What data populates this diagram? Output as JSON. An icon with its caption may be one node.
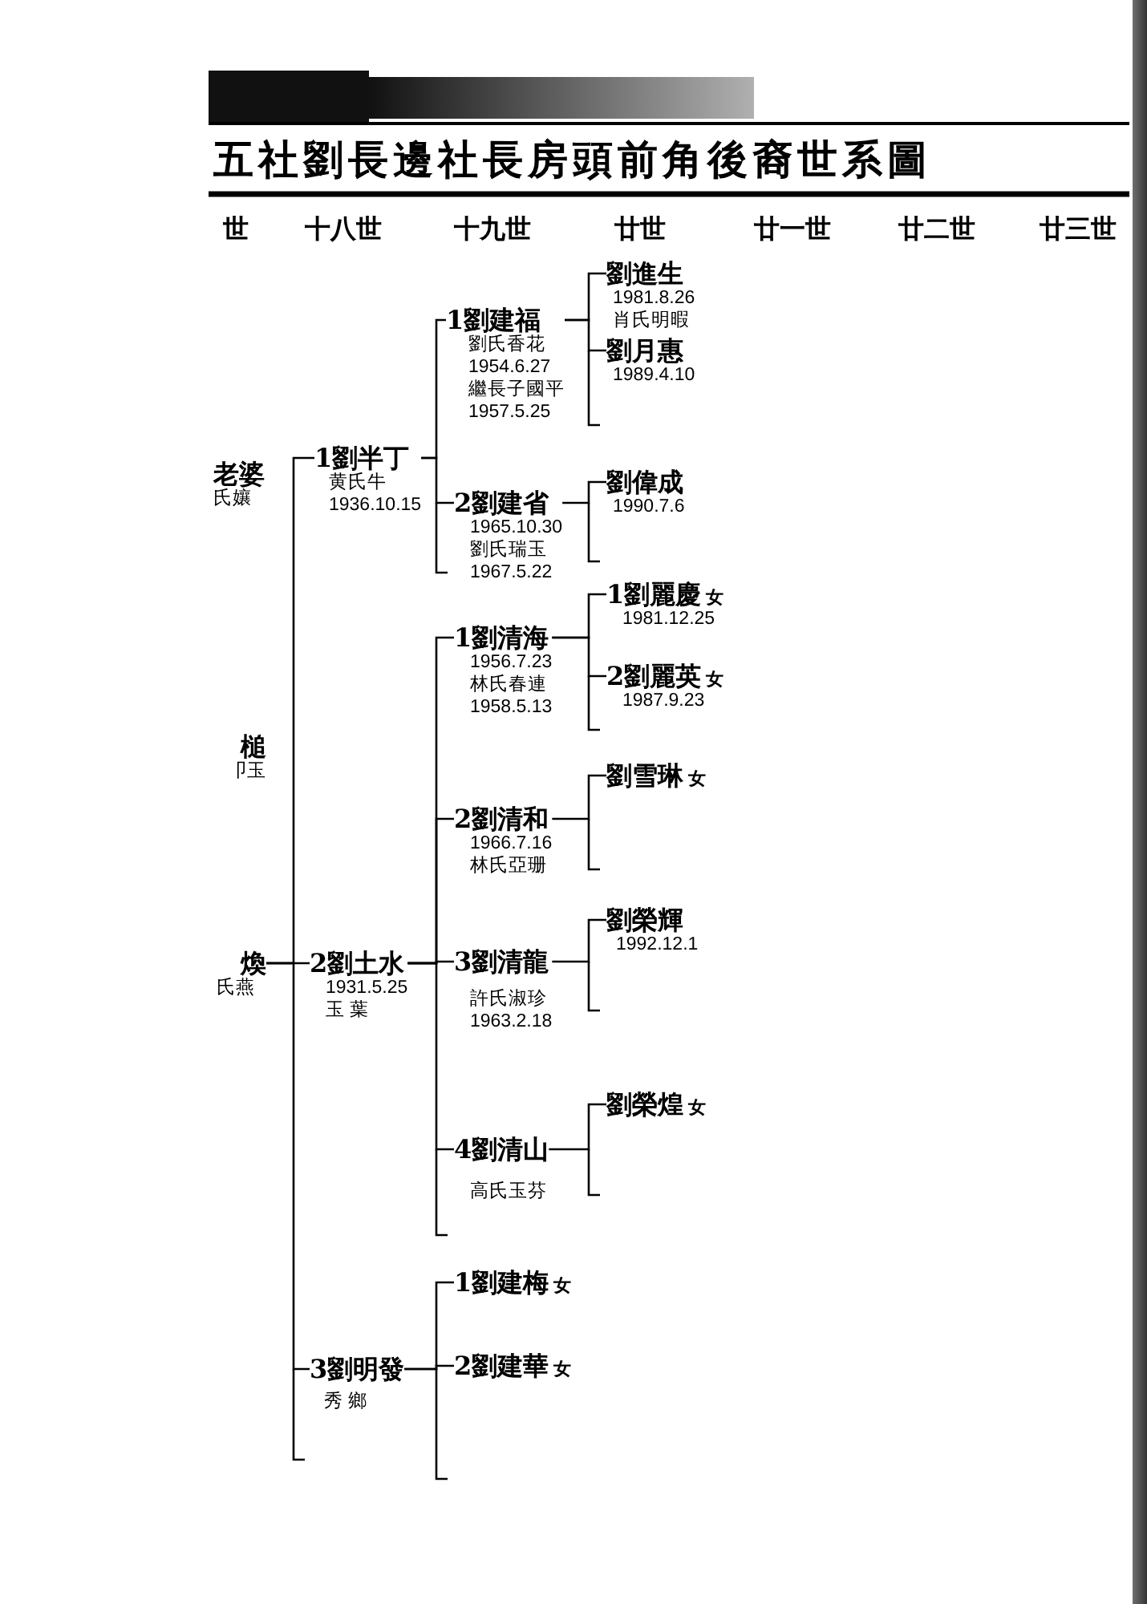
{
  "diagram": {
    "title": "五社劉長邊社長房頭前角後裔世系圖",
    "nodes": [
      {
        "text": [
          "老婆",
          "氏孃"
        ]
      },
      {
        "text": [
          "槌",
          "卩玉"
        ]
      },
      {
        "text": [
          "煥",
          "氏燕"
        ]
      },
      {
        "text": [
          "1劉半丁",
          "黄氏牛",
          "1936.10.15"
        ]
      },
      {
        "text": [
          "1劉建福",
          "劉氏香花",
          "1954.6.27",
          "繼長子國平",
          "1957.5.25"
        ]
      },
      {
        "text": [
          "劉進生",
          "1981.8.26",
          "肖氏明暇"
        ]
      },
      {
        "text": [
          "劉月惠",
          "1989.4.10"
        ]
      },
      {
        "text": [
          "2劉建省",
          "1965.10.30",
          "劉氏瑞玉",
          "1967.5.22"
        ]
      },
      {
        "text": [
          "劉偉成",
          "1990.7.6"
        ]
      },
      {
        "text": [
          "2劉土水",
          "1931.5.25",
          "玉 葉"
        ]
      },
      {
        "text": [
          "1劉清海",
          "1956.7.23",
          "林氏春連",
          "1958.5.13"
        ]
      },
      {
        "text": [
          "1劉麗慶",
          "1981.12.25"
        ],
        "beside": [
          "女"
        ]
      },
      {
        "text": [
          "2劉麗英",
          "1987.9.23"
        ],
        "beside": [
          "女"
        ]
      },
      {
        "text": [
          "2劉清和",
          "1966.7.16",
          "林氏亞珊"
        ]
      },
      {
        "text": [
          "劉雪琳"
        ],
        "beside": [
          "女"
        ]
      },
      {
        "text": [
          "3劉清龍",
          "許氏淑珍",
          "1963.2.18"
        ]
      },
      {
        "text": [
          "劉榮輝",
          "1992.12.1"
        ]
      },
      {
        "text": [
          "4劉清山",
          "高氏玉芬"
        ]
      },
      {
        "text": [
          "劉榮煌"
        ],
        "beside": [
          "女"
        ]
      },
      {
        "text": [
          "3劉明發",
          "秀 鄉"
        ]
      },
      {
        "text": [
          "1劉建梅"
        ],
        "beside": [
          "女"
        ]
      },
      {
        "text": [
          "2劉建華"
        ],
        "beside": [
          "女"
        ]
      }
    ],
    "edges": [
      {
        "from": 2,
        "to": 3,
        "arrow": "none"
      },
      {
        "from": 2,
        "to": 9,
        "arrow": "none"
      },
      {
        "from": 2,
        "to": 19,
        "arrow": "none"
      },
      {
        "from": 3,
        "to": 4,
        "arrow": "none"
      },
      {
        "from": 3,
        "to": 7,
        "arrow": "none"
      },
      {
        "from": 4,
        "to": 5,
        "arrow": "none"
      },
      {
        "from": 4,
        "to": 6,
        "arrow": "none"
      },
      {
        "from": 7,
        "to": 8,
        "arrow": "none"
      },
      {
        "from": 9,
        "to": 10,
        "arrow": "none"
      },
      {
        "from": 9,
        "to": 13,
        "arrow": "none"
      },
      {
        "from": 9,
        "to": 15,
        "arrow": "none"
      },
      {
        "from": 9,
        "to": 17,
        "arrow": "none"
      },
      {
        "from": 10,
        "to": 11,
        "arrow": "none"
      },
      {
        "from": 10,
        "to": 12,
        "arrow": "none"
      },
      {
        "from": 13,
        "to": 14,
        "arrow": "none"
      },
      {
        "from": 15,
        "to": 16,
        "arrow": "none"
      },
      {
        "from": 17,
        "to": 18,
        "arrow": "none"
      },
      {
        "from": 19,
        "to": 20,
        "arrow": "none"
      },
      {
        "from": 19,
        "to": 21,
        "arrow": "none"
      }
    ],
    "labels": [
      "世",
      "十八世",
      "十九世",
      "廿世",
      "廿一世",
      "廿二世",
      "廿三世"
    ]
  }
}
